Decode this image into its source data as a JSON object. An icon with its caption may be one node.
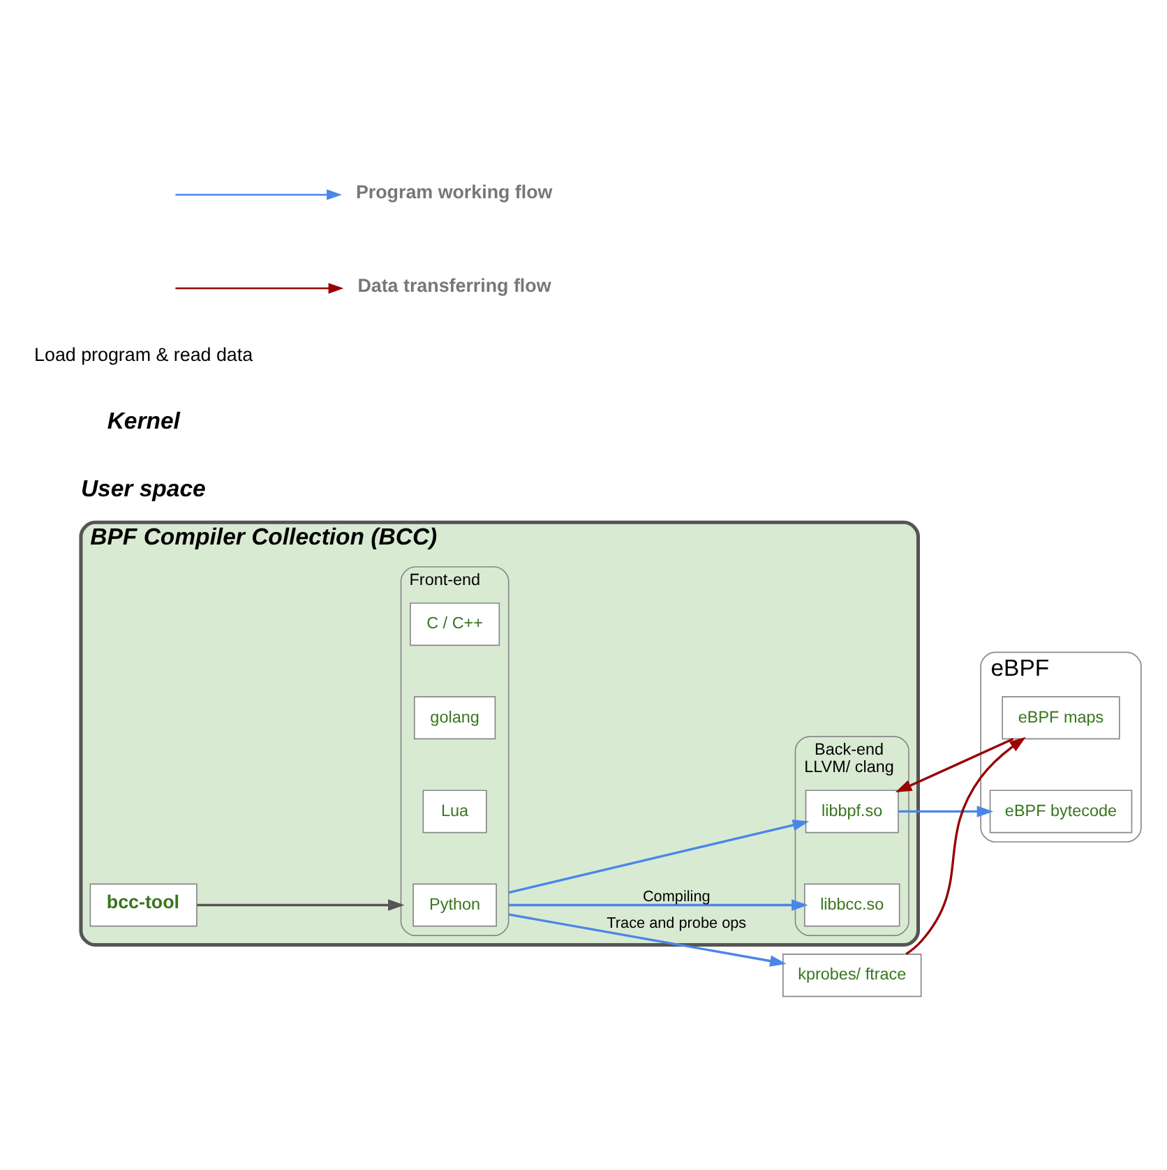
{
  "diagram": {
    "nodes": [
      {
        "text": [
          "BPF Compiler Collection (BCC)"
        ]
      },
      {
        "text": [
          "bcc-tool"
        ],
        "in": 0
      },
      {
        "text": [
          "Front-end"
        ],
        "in": 0
      },
      {
        "text": [
          "Python"
        ],
        "in": 2
      },
      {
        "text": [
          "Lua"
        ],
        "in": 2
      },
      {
        "text": [
          "golang"
        ],
        "in": 2
      },
      {
        "text": [
          "C / C++"
        ],
        "in": 2
      },
      {
        "text": [
          "Back-end",
          "LLVM/ clang"
        ],
        "in": 0
      },
      {
        "text": [
          "libbcc.so"
        ],
        "in": 7
      },
      {
        "text": [
          "libbpf.so"
        ],
        "in": 7
      },
      {
        "text": [
          "eBPF"
        ]
      },
      {
        "text": [
          "eBPF bytecode"
        ],
        "in": 10
      },
      {
        "text": [
          "eBPF maps"
        ],
        "in": 10
      },
      {
        "text": [
          "kprobes/ ftrace"
        ]
      }
    ],
    "edges": [
      {
        "from": 1,
        "to": 2,
        "arrow": "to",
        "color": "#555555"
      },
      {
        "from": 2,
        "to": 8,
        "arrow": "to",
        "label": "Compiling"
      },
      {
        "from": 2,
        "to": 9,
        "arrow": "to"
      },
      {
        "from": 9,
        "to": 11,
        "arrow": "to"
      },
      {
        "from": 12,
        "to": 9,
        "arrow": "to",
        "color": "#990000"
      },
      {
        "from": 13,
        "to": 12,
        "arrow": "to",
        "color": "#990000"
      },
      {
        "from": 2,
        "to": 13,
        "arrow": "to",
        "label": "Trace and probe ops"
      }
    ],
    "labels": [
      "User space",
      "Kernel",
      "Load program & read data"
    ],
    "legend": [
      {
        "text": "Program working flow"
      },
      {
        "text": "Data transferring flow"
      }
    ]
  }
}
